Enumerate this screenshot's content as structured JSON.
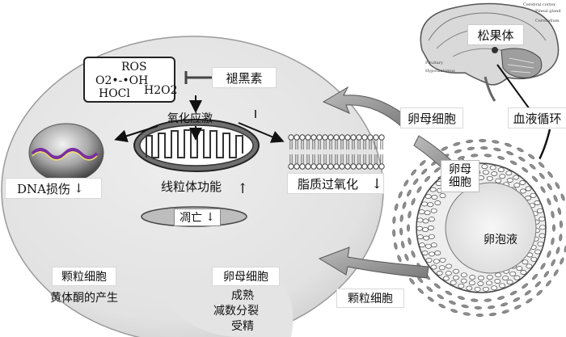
{
  "ros": {
    "line1": "ROS",
    "line2": "O2•-•OH",
    "line3": "HOCl",
    "h2o2": "H2O2"
  },
  "labels": {
    "melatonin": "褪黑素",
    "oxidative_stress": "氧化应激",
    "pineal_gland": "松果体",
    "blood_circulation": "血液循环",
    "oocyte_top": "卵母细胞",
    "dna_damage": "DNA损伤",
    "mito_function": "线粒体功能",
    "lipid_peroxidation": "脂质过氧化",
    "apoptosis": "凋亡",
    "oocyte_in_follicle": "卵母细胞",
    "follicular_fluid": "卵泡液",
    "granulosa_bottom": "颗粒细胞",
    "granulosa_left": "颗粒细胞",
    "progesterone": "黄体酮的产生",
    "oocyte_bottom": "卵母细胞",
    "maturation": "成熟",
    "meiosis": "减数分裂",
    "fertilization": "受精"
  },
  "arrows": {
    "down": "↓",
    "up": "↑"
  },
  "brain_tiny_labels": [
    "Cerebral cortex",
    "Pineal gland",
    "Cerebellum",
    "Pituitary",
    "Hypothalamus"
  ]
}
